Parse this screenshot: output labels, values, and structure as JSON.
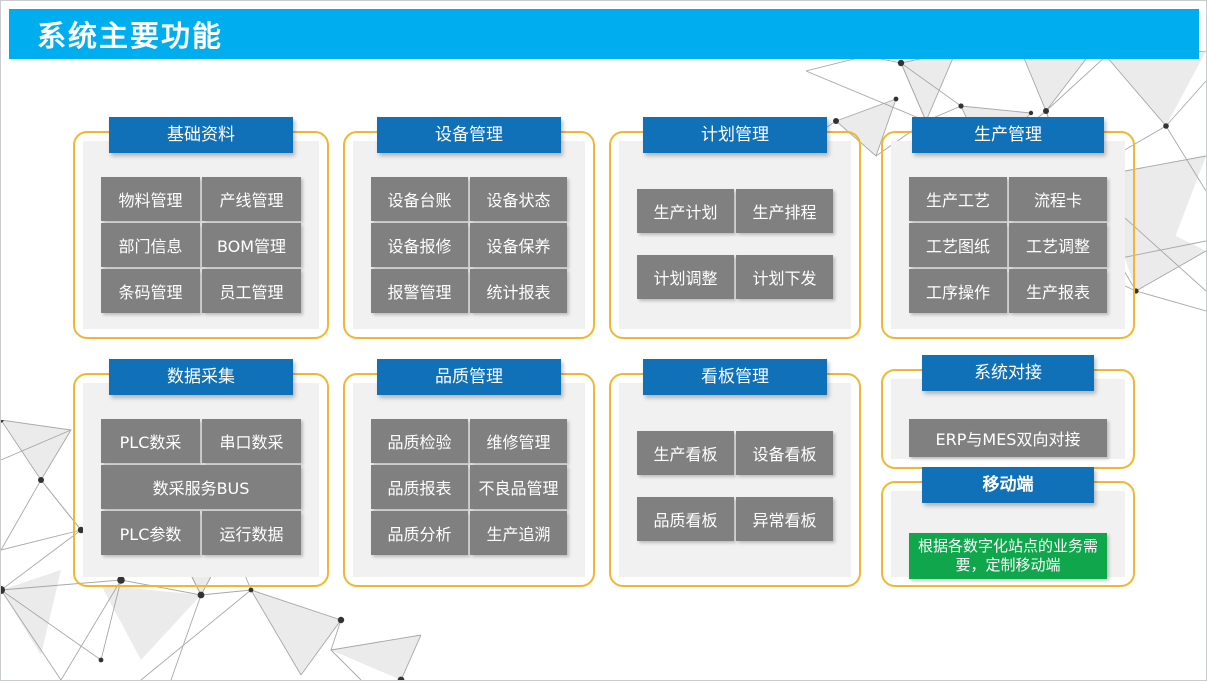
{
  "page": {
    "title": "系统主要功能",
    "banner_color": "#00aeef",
    "card_border_color": "#f2b632",
    "card_panel_color": "#f1f1f1",
    "card_header_color": "#1070b8",
    "tile_color": "#808080",
    "tile_highlight_color": "#0fa64c"
  },
  "cards": [
    {
      "id": "basic",
      "title": "基础资料",
      "rows": [
        [
          "物料管理",
          "产线管理"
        ],
        [
          "部门信息",
          "BOM管理"
        ],
        [
          "条码管理",
          "员工管理"
        ]
      ]
    },
    {
      "id": "equipment",
      "title": "设备管理",
      "rows": [
        [
          "设备台账",
          "设备状态"
        ],
        [
          "设备报修",
          "设备保养"
        ],
        [
          "报警管理",
          "统计报表"
        ]
      ]
    },
    {
      "id": "plan",
      "title": "计划管理",
      "rows": [
        [
          "生产计划",
          "生产排程"
        ],
        [
          "计划调整",
          "计划下发"
        ]
      ]
    },
    {
      "id": "production",
      "title": "生产管理",
      "rows": [
        [
          "生产工艺",
          "流程卡"
        ],
        [
          "工艺图纸",
          "工艺调整"
        ],
        [
          "工序操作",
          "生产报表"
        ]
      ]
    },
    {
      "id": "collect",
      "title": "数据采集",
      "rows": [
        [
          "PLC数采",
          "串口数采"
        ],
        [
          "数采服务BUS"
        ],
        [
          "PLC参数",
          "运行数据"
        ]
      ]
    },
    {
      "id": "quality",
      "title": "品质管理",
      "rows": [
        [
          "品质检验",
          "维修管理"
        ],
        [
          "品质报表",
          "不良品管理"
        ],
        [
          "品质分析",
          "生产追溯"
        ]
      ]
    },
    {
      "id": "kanban",
      "title": "看板管理",
      "rows": [
        [
          "生产看板",
          "设备看板"
        ],
        [
          "品质看板",
          "异常看板"
        ]
      ]
    },
    {
      "id": "integration",
      "title": "系统对接",
      "rows": [
        [
          "ERP与MES双向对接"
        ]
      ]
    },
    {
      "id": "mobile",
      "title": "移动端",
      "rows": [
        [
          "根据各数字化站点的业务需要，定制移动端"
        ]
      ]
    }
  ]
}
